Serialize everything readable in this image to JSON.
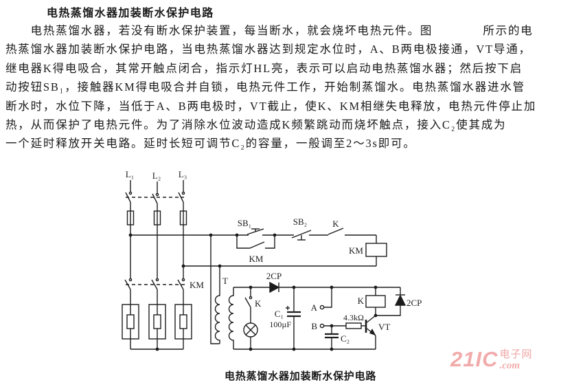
{
  "title": "电热蒸馏水器加装断水保护电路",
  "paragraph": {
    "lines": [
      "　　电热蒸馏水器，若没有断水保护装置，每当断水，就会烧坏电热元件。图　　　　所示的电",
      "热蒸馏水器加装断水保护电路，当电热蒸馏水器达到规定水位时，A、B两电极接通，VT导通，",
      "继电器K得电吸合，其常开触点闭合，指示灯HL亮，表示可以启动电热蒸馏水器；然后按下启",
      "动按钮SB₁，接触器KM得电吸合并自锁，电热元件工作，开始制蒸馏水。电热蒸馏水器进水管",
      "断水时，水位下降，当低于A、B两电极时，VT截止，使K、KM相继失电释放，电热元件停止加",
      "热，从而保护了电热元件。为了消除水位波动造成K频繁跳动而烧坏触点，接入C₂使其成为",
      "一个延时释放开关电路。延时长短可调节C₂的容量，一般调至2～3s即可。"
    ]
  },
  "circuit": {
    "labels": {
      "l1": "L₁",
      "l2": "L₂",
      "l3": "L₃",
      "sb1": "SB₁",
      "km_aux": "KM",
      "sb2": "SB₂",
      "k_contact_top": "K",
      "km_coil": "KM",
      "km_main": "KM",
      "t": "T",
      "diode1": "2CP",
      "k_contact_sec": "K",
      "c1": "C₁",
      "c1_value": "100µF",
      "a": "A",
      "b": "B",
      "r1_value": "4.3kΩ",
      "c2": "C₂",
      "k_coil": "K",
      "diode2": "2CP",
      "vt": "VT"
    },
    "caption": "电热蒸馏水器加装断水保护电路"
  },
  "watermark": {
    "brand": "21IC",
    "cn_label": "电子网",
    "domain_suffix": ".com",
    "color": "#f2abab"
  }
}
